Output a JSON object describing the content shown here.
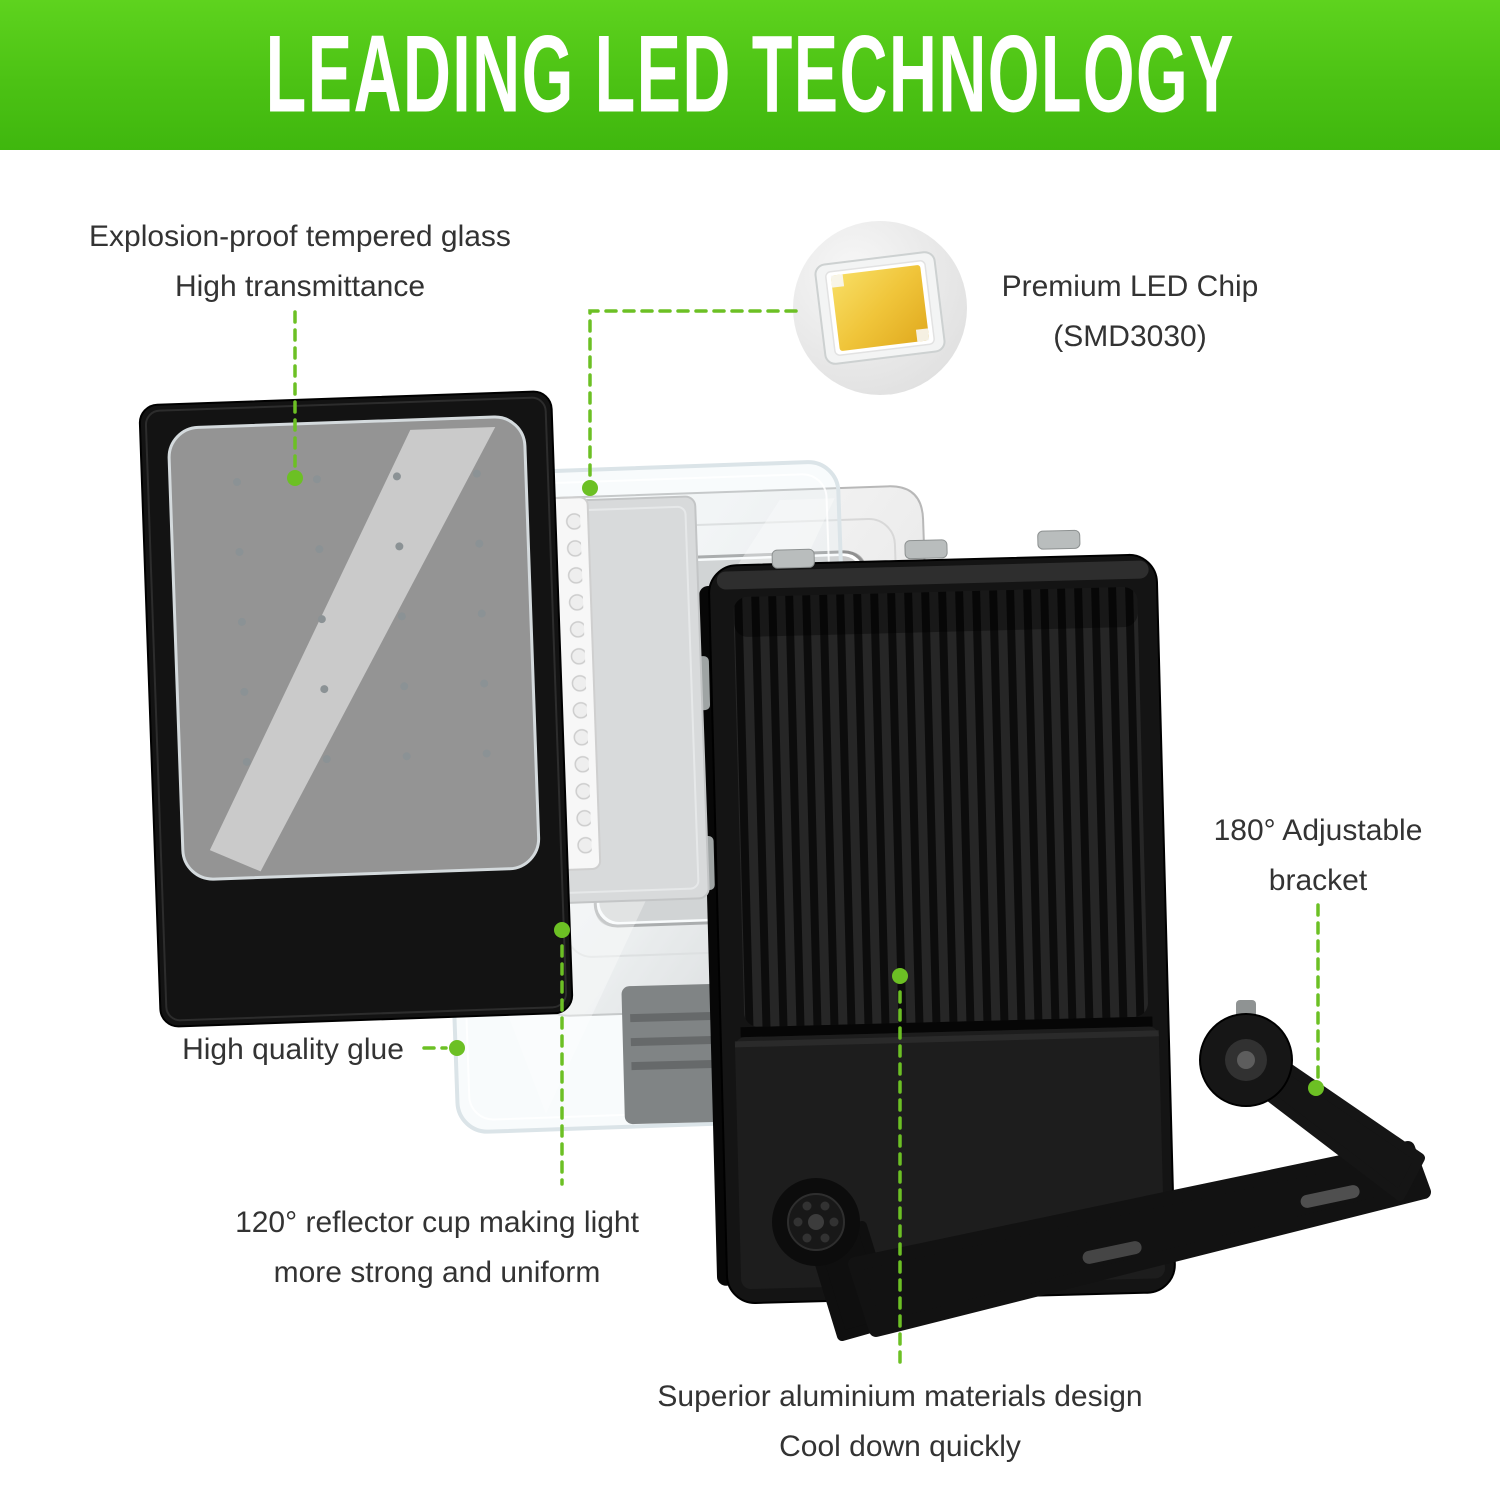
{
  "banner": {
    "title": "LEADING LED TECHNOLOGY"
  },
  "callouts": {
    "glass": {
      "line1": "Explosion-proof tempered glass",
      "line2": "High transmittance"
    },
    "chip": {
      "line1": "Premium LED Chip",
      "line2": "(SMD3030)"
    },
    "bracket": {
      "line1": "180° Adjustable",
      "line2": "bracket"
    },
    "glue": {
      "line1": "High quality glue"
    },
    "reflector": {
      "line1": "120° reflector cup making light",
      "line2": "more strong and uniform"
    },
    "aluminium": {
      "line1": "Superior aluminium materials design",
      "line2": "Cool down quickly"
    }
  },
  "colors": {
    "banner_green_top": "#5ed31e",
    "banner_green_bottom": "#3fb70e",
    "accent_green": "#6cc024",
    "label_text": "#333333",
    "chip_yellow": "#f0c53a",
    "body_black": "#141414"
  },
  "icons": {
    "led_chip_badge": "yellow SMD LED chip in gray circle",
    "marker_dot": "green filled circle",
    "leader_line": "green dashed connector"
  }
}
